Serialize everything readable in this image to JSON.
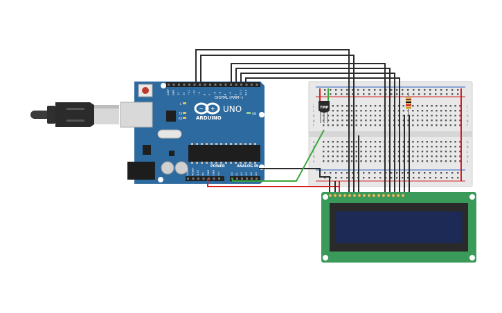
{
  "arduino": {
    "brand": "ARDUINO",
    "model": "UNO",
    "digital_label": "DIGITAL (PWM~)",
    "power_label": "POWER",
    "analog_label": "ANALOG IN",
    "on_label": "ON",
    "tx_label": "TX",
    "rx_label": "RX",
    "l_label": "L",
    "power_pins": [
      "IOREF",
      "RESET",
      "3.3V",
      "5V",
      "GND",
      "GND",
      "Vin"
    ],
    "analog_pins": [
      "A0",
      "A1",
      "A2",
      "A3",
      "A4",
      "A5"
    ],
    "digital_top_left": [
      "AREF",
      "GND",
      "13",
      "12",
      "~11",
      "~10",
      "~9",
      "8"
    ],
    "digital_top_right": [
      "7",
      "~6",
      "~5",
      "4",
      "~3",
      "2",
      "TX 1",
      "RX 0"
    ]
  },
  "sensor": {
    "label": "TMP"
  },
  "breadboard": {
    "row_letters_top": [
      "j",
      "i",
      "h",
      "g",
      "f"
    ],
    "row_letters_bottom": [
      "e",
      "d",
      "c",
      "b",
      "a"
    ],
    "columns": 30
  },
  "colors": {
    "board_blue": "#2d6a9f",
    "wire_black": "#2b2b2b",
    "wire_red": "#d42020",
    "wire_green": "#3aa63a",
    "lcd_pcb": "#3a9a5a",
    "lcd_screen": "#1c2a55"
  }
}
